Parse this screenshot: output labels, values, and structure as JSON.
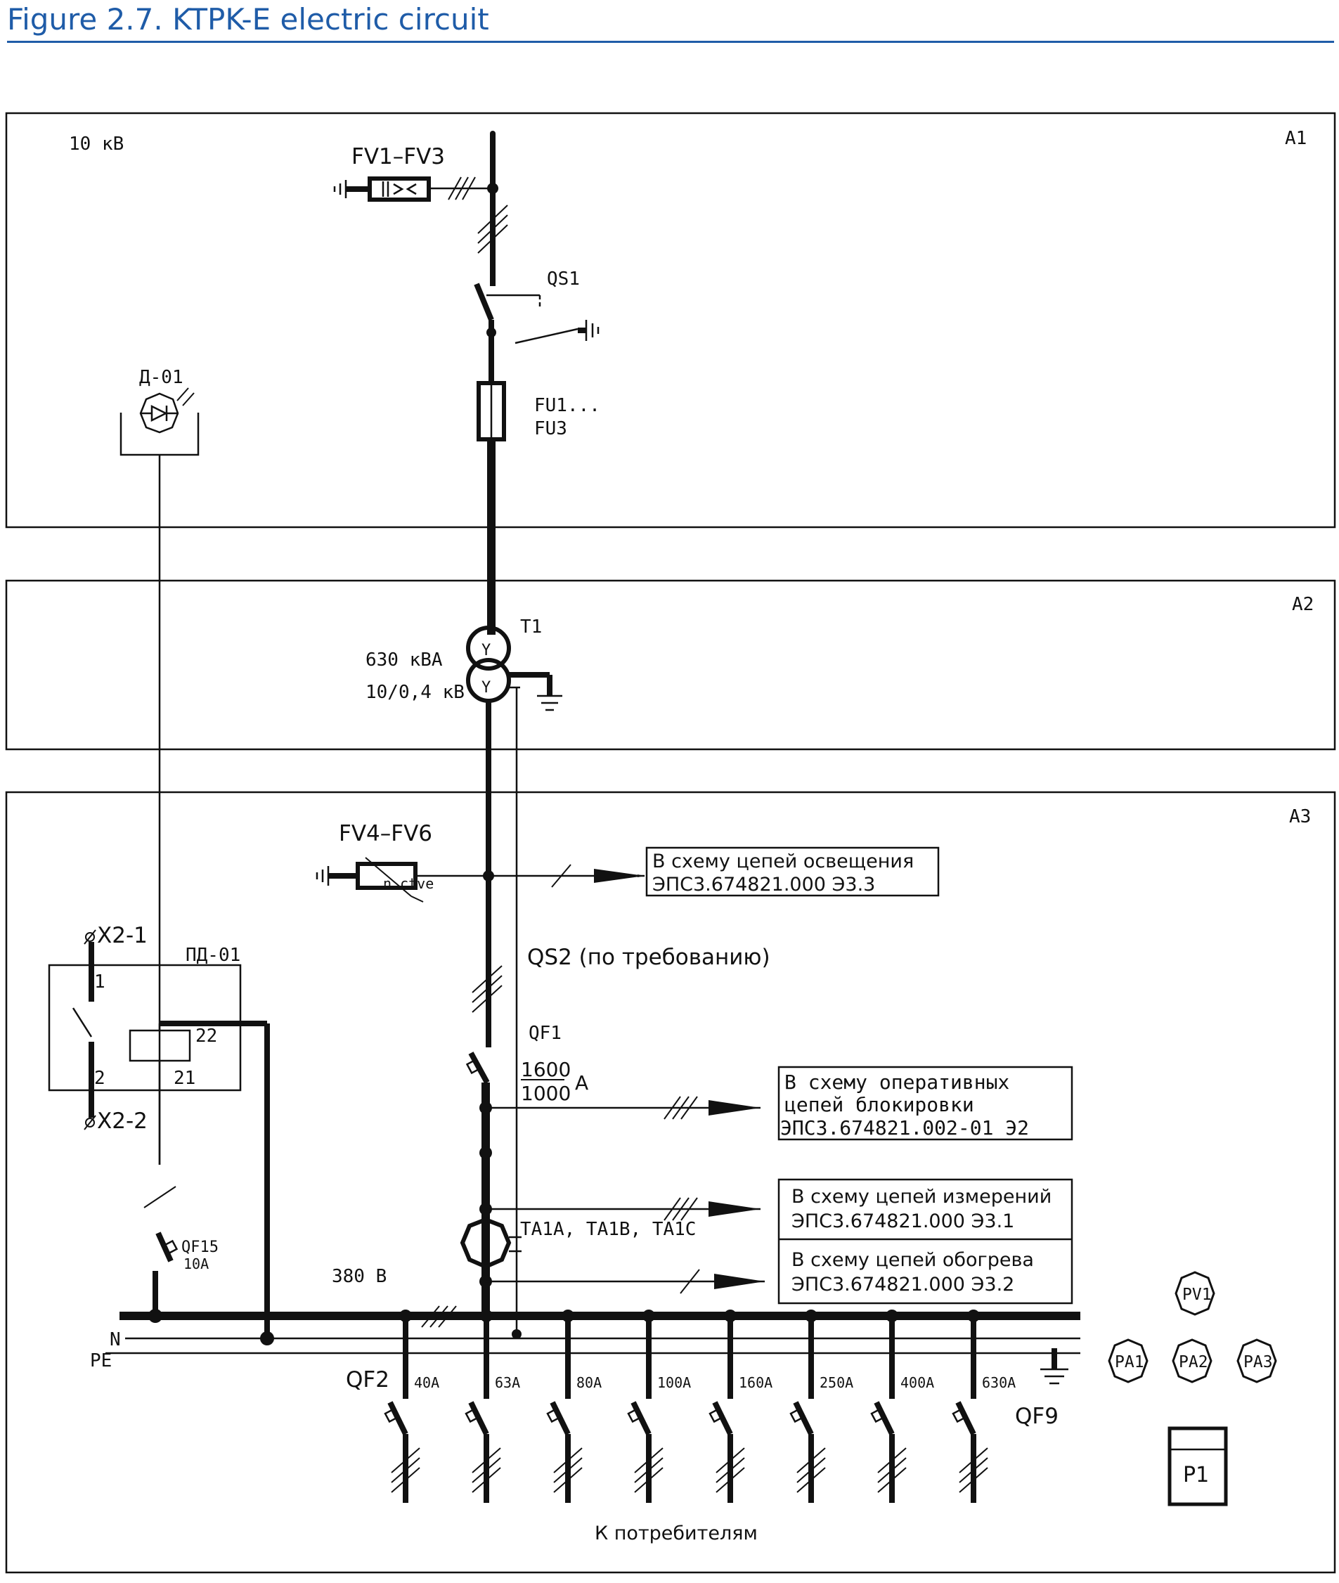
{
  "title": "Figure 2.7. KTPK-E electric circuit",
  "colors": {
    "title": "#1f5ca8",
    "ink": "#111111"
  },
  "sections": {
    "a1": "A1",
    "a2": "A2",
    "a3": "A3"
  },
  "a1": {
    "voltage": "10 кВ",
    "fv": "FV1–FV3",
    "qs1": "QS1",
    "fu_line1": "FU1...",
    "fu_line2": "FU3",
    "d01": "Д-01"
  },
  "a2": {
    "t1": "T1",
    "power": "630 кВА",
    "ratio": "10/0,4 кВ"
  },
  "a3": {
    "fv": "FV4–FV6",
    "fv_note": "n ctve",
    "qs2": "QS2 (по требованию)",
    "qf1": "QF1",
    "qf1_top": "1600",
    "qf1_bottom": "1000",
    "qf1_unit": "A",
    "ta": "TA1A, TA1B, TA1C",
    "x2_1": "X2-1",
    "x2_2": "X2-2",
    "pd01": "ПД-01",
    "pin1": "1",
    "pin2": "2",
    "pin21": "21",
    "pin22": "22",
    "qf15": "QF15",
    "qf15_rating": "10A",
    "v380": "380 В",
    "n": "N",
    "pe": "PE",
    "qf2": "QF2",
    "qf9": "QF9",
    "feeders": [
      "40A",
      "63A",
      "80A",
      "100A",
      "160A",
      "250A",
      "400A",
      "630A"
    ],
    "consumers": "К потребителям",
    "meters": {
      "pv1": "PV1",
      "pa1": "PA1",
      "pa2": "PA2",
      "pa3": "PA3",
      "p1": "P1"
    }
  },
  "refs": {
    "lighting_line1": "В схему цепей освещения",
    "lighting_line2": "ЭПС3.674821.000 Э3.3",
    "control_line1": "В схему оперативных",
    "control_line2": "цепей блокировки",
    "control_line3": "ЭПС3.674821.002-01 Э2",
    "measure_line1": "В  схему цепей измерений",
    "measure_line2": "ЭПС3.674821.000 Э3.1",
    "heating_line1": "В  схему  цепей обогрева",
    "heating_line2": "ЭПС3.674821.000 Э3.2"
  }
}
